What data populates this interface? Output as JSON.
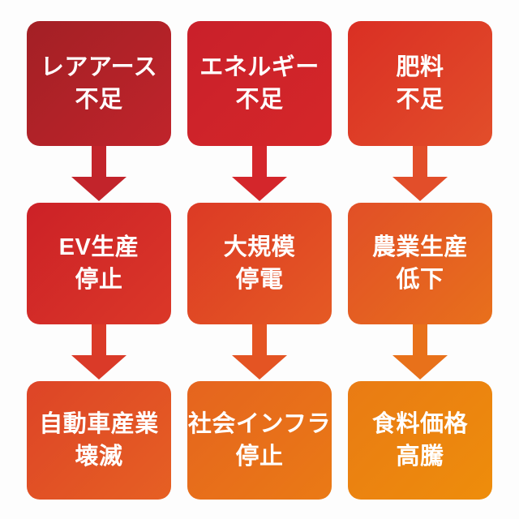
{
  "diagram": {
    "background": "#fdfdfd",
    "text_color": "#ffffff",
    "columns": [
      {
        "id": "rare-earth-chain",
        "nodes": [
          {
            "lines": [
              "レアアース",
              "不足"
            ],
            "color_from": "#a32025",
            "color_to": "#c0242b"
          },
          {
            "lines": [
              "EV生産",
              "停止"
            ],
            "color_from": "#cc2127",
            "color_to": "#db3828"
          },
          {
            "lines": [
              "自動車産業",
              "壊滅"
            ],
            "color_from": "#dd4427",
            "color_to": "#e66023"
          }
        ],
        "arrows": [
          {
            "color": "#c2242b"
          },
          {
            "color": "#da3a28"
          }
        ]
      },
      {
        "id": "energy-chain",
        "nodes": [
          {
            "lines": [
              "エネルギー",
              "不足"
            ],
            "color_from": "#c9202a",
            "color_to": "#d52729"
          },
          {
            "lines": [
              "大規模",
              "停電"
            ],
            "color_from": "#dc3a25",
            "color_to": "#e55a24"
          },
          {
            "lines": [
              "社会インフラ",
              "停止"
            ],
            "color_from": "#e5641f",
            "color_to": "#ea7a15"
          }
        ],
        "arrows": [
          {
            "color": "#d4262b"
          },
          {
            "color": "#e45423"
          }
        ]
      },
      {
        "id": "fertilizer-chain",
        "nodes": [
          {
            "lines": [
              "肥料",
              "不足"
            ],
            "color_from": "#da2f24",
            "color_to": "#e24e2a"
          },
          {
            "lines": [
              "農業生産",
              "低下"
            ],
            "color_from": "#e14f27",
            "color_to": "#e8701c"
          },
          {
            "lines": [
              "食料価格",
              "高騰"
            ],
            "color_from": "#e97b14",
            "color_to": "#ee8d0b"
          }
        ],
        "arrows": [
          {
            "color": "#e24e2a"
          },
          {
            "color": "#e8711a"
          }
        ]
      }
    ]
  }
}
